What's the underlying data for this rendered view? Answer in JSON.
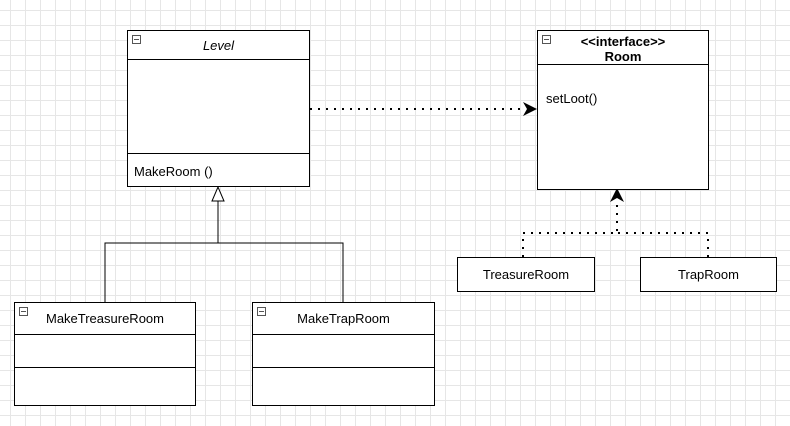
{
  "classes": {
    "level": {
      "name": "Level",
      "operations": [
        "MakeRoom ()"
      ]
    },
    "room": {
      "stereotype": "<<interface>>",
      "name": "Room",
      "operations": [
        "setLoot()"
      ]
    },
    "make_treasure_room": {
      "name": "MakeTreasureRoom"
    },
    "make_trap_room": {
      "name": "MakeTrapRoom"
    },
    "treasure_room": {
      "name": "TreasureRoom"
    },
    "trap_room": {
      "name": "TrapRoom"
    }
  },
  "relationships": [
    {
      "type": "inheritance",
      "from": "MakeTreasureRoom",
      "to": "Level"
    },
    {
      "type": "inheritance",
      "from": "MakeTrapRoom",
      "to": "Level"
    },
    {
      "type": "dependency",
      "from": "Level",
      "to": "Room"
    },
    {
      "type": "realization",
      "from": "TreasureRoom",
      "to": "Room"
    },
    {
      "type": "realization",
      "from": "TrapRoom",
      "to": "Room"
    }
  ],
  "colors": {
    "line": "#000000",
    "grid": "#e6e6e6",
    "background": "#ffffff"
  }
}
